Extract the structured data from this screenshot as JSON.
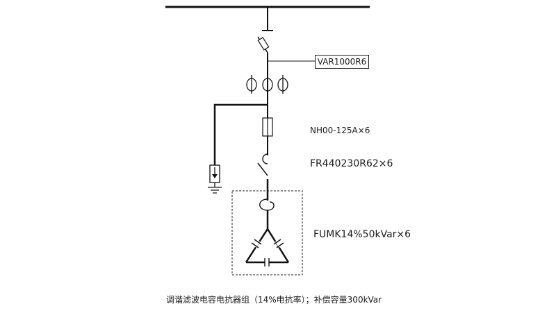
{
  "labels": {
    "controller": "VAR1000R6",
    "fuse": "NH00-125A×6",
    "breaker": "FR440230R62×6",
    "reactor_capacitor": "FUMK14%50kVar×6"
  },
  "caption": "调谐滤波电容电抗器组（14%电抗率）；补偿容量300kVar",
  "colors": {
    "line": "#111111",
    "text": "#1a1a1a",
    "background": "#ffffff"
  }
}
